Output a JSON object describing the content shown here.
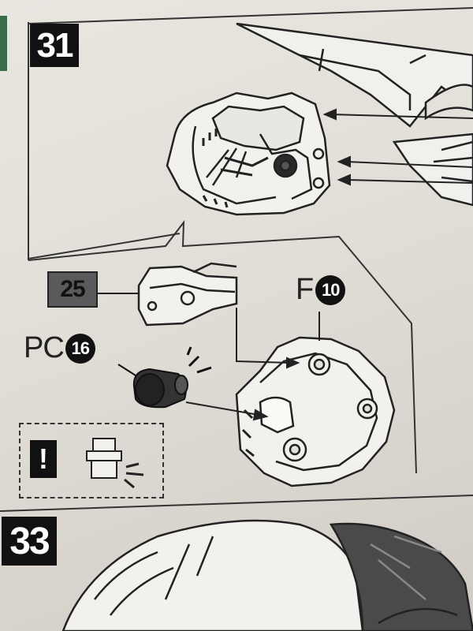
{
  "steps": [
    {
      "number": "31"
    },
    {
      "number": "33"
    }
  ],
  "references": {
    "step_ref": "25",
    "runner_f": {
      "letter": "F",
      "number": "10"
    },
    "runner_pc": {
      "letter": "PC",
      "number": "16"
    }
  },
  "note": {
    "icon": "exclamation-icon",
    "symbol": "!"
  },
  "colors": {
    "ink": "#111111",
    "paper": "#e6e3dc",
    "shading": "#5a5a5a"
  }
}
